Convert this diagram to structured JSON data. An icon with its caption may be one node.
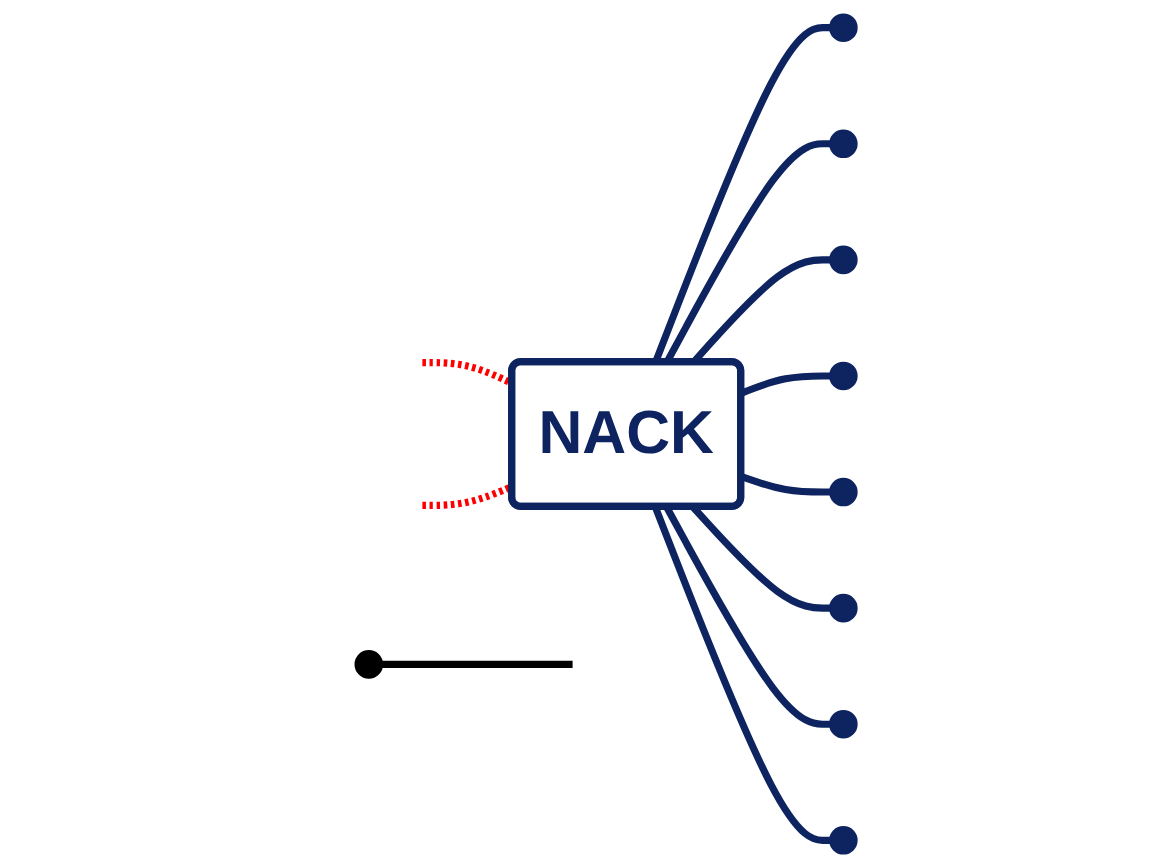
{
  "diagram": {
    "nodes": [
      {
        "text": [
          "NACK"
        ]
      },
      {
        "text": [],
        "shape": "circle"
      },
      {
        "text": [],
        "shape": "circle"
      },
      {
        "text": [],
        "shape": "circle"
      },
      {
        "text": [],
        "shape": "circle"
      },
      {
        "text": [],
        "shape": "circle"
      },
      {
        "text": [],
        "shape": "circle"
      },
      {
        "text": [],
        "shape": "circle"
      },
      {
        "text": [],
        "shape": "circle"
      },
      {
        "text": [],
        "shape": "circle"
      }
    ],
    "edges": [
      {
        "from": 0,
        "to": 1,
        "arrow": "none"
      },
      {
        "from": 0,
        "to": 2,
        "arrow": "none"
      },
      {
        "from": 0,
        "to": 4,
        "arrow": "none"
      },
      {
        "from": 0,
        "to": 5,
        "arrow": "none"
      },
      {
        "from": 0,
        "to": 6,
        "arrow": "none"
      },
      {
        "from": 0,
        "to": 7,
        "arrow": "none"
      },
      {
        "from": 0,
        "to": 8,
        "arrow": "none"
      },
      {
        "from": 0,
        "to": 9,
        "arrow": "none"
      },
      {
        "from": null,
        "to": 0,
        "arrow": "none",
        "style": "dashed",
        "color": "#ff0000"
      },
      {
        "from": null,
        "to": 0,
        "arrow": "none",
        "style": "dashed",
        "color": "#ff0000"
      },
      {
        "from": 3,
        "to": null,
        "arrow": "none",
        "color": "#000000"
      }
    ]
  }
}
